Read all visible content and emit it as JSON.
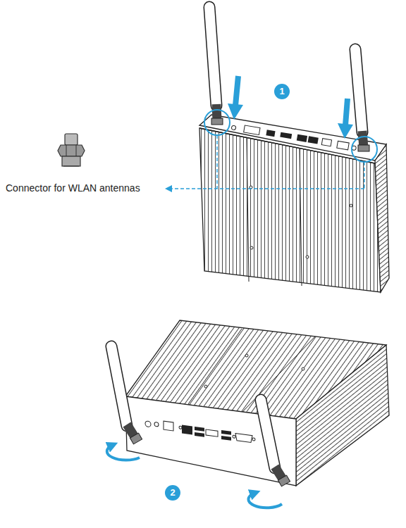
{
  "diagram": {
    "labels": [
      "Connector for WLAN antennas",
      "1",
      "2"
    ]
  }
}
